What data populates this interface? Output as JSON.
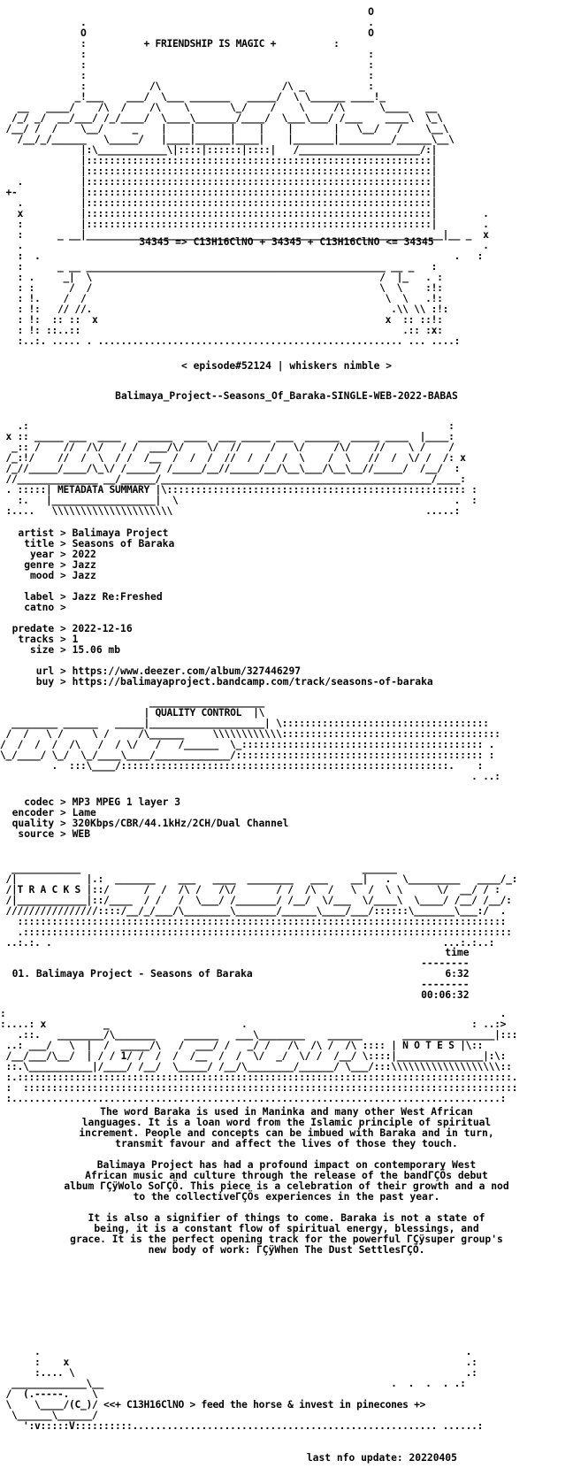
{
  "header": {
    "banner": "+ FRIENDSHIP IS MAGIC +",
    "formula": "34345 => C13H16ClNO + 34345 + C13H16ClNO <= 34345",
    "episode": "< episode#52124 | whiskers nimble >",
    "release": "Balimaya_Project--Seasons_Of_Baraka-SINGLE-WEB-2022-BABAS"
  },
  "metadata": {
    "section_title": "METADATA SUMMARY",
    "rows": [
      {
        "key": "   artist",
        "value": "Balimaya Project"
      },
      {
        "key": "    title",
        "value": "Seasons of Baraka"
      },
      {
        "key": "     year",
        "value": "2022"
      },
      {
        "key": "    genre",
        "value": "Jazz"
      },
      {
        "key": "     mood",
        "value": "Jazz"
      },
      {
        "key": "",
        "value": ""
      },
      {
        "key": "    label",
        "value": "Jazz Re:Freshed"
      },
      {
        "key": "    catno",
        "value": ""
      },
      {
        "key": "",
        "value": ""
      },
      {
        "key": "  predate",
        "value": "2022-12-16"
      },
      {
        "key": "   tracks",
        "value": "1"
      },
      {
        "key": "     size",
        "value": "15.06 mb"
      },
      {
        "key": "",
        "value": ""
      },
      {
        "key": "      url",
        "value": "https://www.deezer.com/album/327446297"
      },
      {
        "key": "      buy",
        "value": "https://balimayaproject.bandcamp.com/track/seasons-of-baraka"
      }
    ]
  },
  "quality": {
    "section_title": "QUALITY CONTROL",
    "rows": [
      {
        "key": "    codec",
        "value": "MP3 MPEG 1 layer 3"
      },
      {
        "key": "  encoder",
        "value": "Lame"
      },
      {
        "key": "  quality",
        "value": "320Kbps/CBR/44.1kHz/2CH/Dual Channel"
      },
      {
        "key": "   source",
        "value": "WEB"
      }
    ]
  },
  "tracks": {
    "section_title": "T R A C K S",
    "time_header": "time",
    "items": [
      {
        "number": "01.",
        "title": "Balimaya Project - Seasons of Baraka",
        "time": "6:32"
      }
    ],
    "total": "00:06:32"
  },
  "notes": {
    "section_title": "N O T E S",
    "paragraphs": [
      "The word Baraka is used in Maninka and many other West African\nlanguages. It is a loan word from the Islamic principle of spiritual\nincrement. People and concepts can be imbued with Baraka and in turn,\ntransmit favour and affect the lives of those they touch.",
      "Balimaya Project has had a profound impact on contemporary West\nAfrican music and culture through the release of the bandΓÇÖs debut\nalbum ΓÇÿWolo SoΓÇÖ. This piece is a celebration of their growth and a nod\nto the collectiveΓÇÖs experiences in the past year.",
      "It is also a signifier of things to come. Baraka is not a state of\nbeing, it is a constant flow of spiritual energy, blessings, and\ngrace. It is the perfect opening track for the powerful ΓÇÿsuper group's\nnew body of work: ΓÇÿWhen The Dust SettlesΓÇÖ."
    ]
  },
  "footer": {
    "tagline": "<<+ C13H16ClNO > feed the horse & invest in pinecones +>",
    "last_update": "last nfo update: 20220405"
  }
}
